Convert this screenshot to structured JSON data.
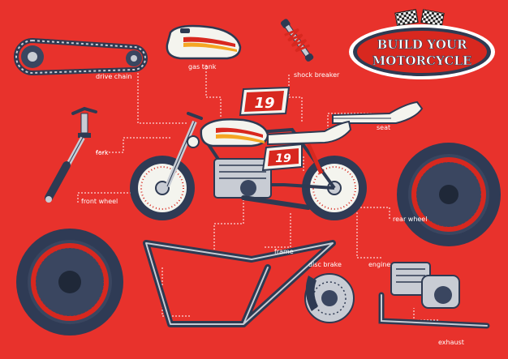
{
  "badge": {
    "line1": "BUILD YOUR",
    "line2": "MOTORCYCLE"
  },
  "race_number": "19",
  "labels": {
    "drive_chain": "drive chain",
    "gas_tank": "gas tank",
    "shock_breaker": "shock breaker",
    "seat": "seat",
    "fork": "fork",
    "front_wheel": "front wheel",
    "rear_wheel": "rear wheel",
    "frame": "frame",
    "disc_brake": "disc brake",
    "engine": "engine",
    "exhaust": "exhaust"
  },
  "colors": {
    "background": "#e8322c",
    "outline": "#2e3a52",
    "tire": "#2f3b55",
    "rim_red": "#d8281f",
    "cream": "#f4f4ee",
    "orange": "#f5a623",
    "silver": "#c8ccd4",
    "leader_line": "#ffffff"
  },
  "icons": [
    "checkered-flag-icon",
    "checkered-flag-icon"
  ]
}
